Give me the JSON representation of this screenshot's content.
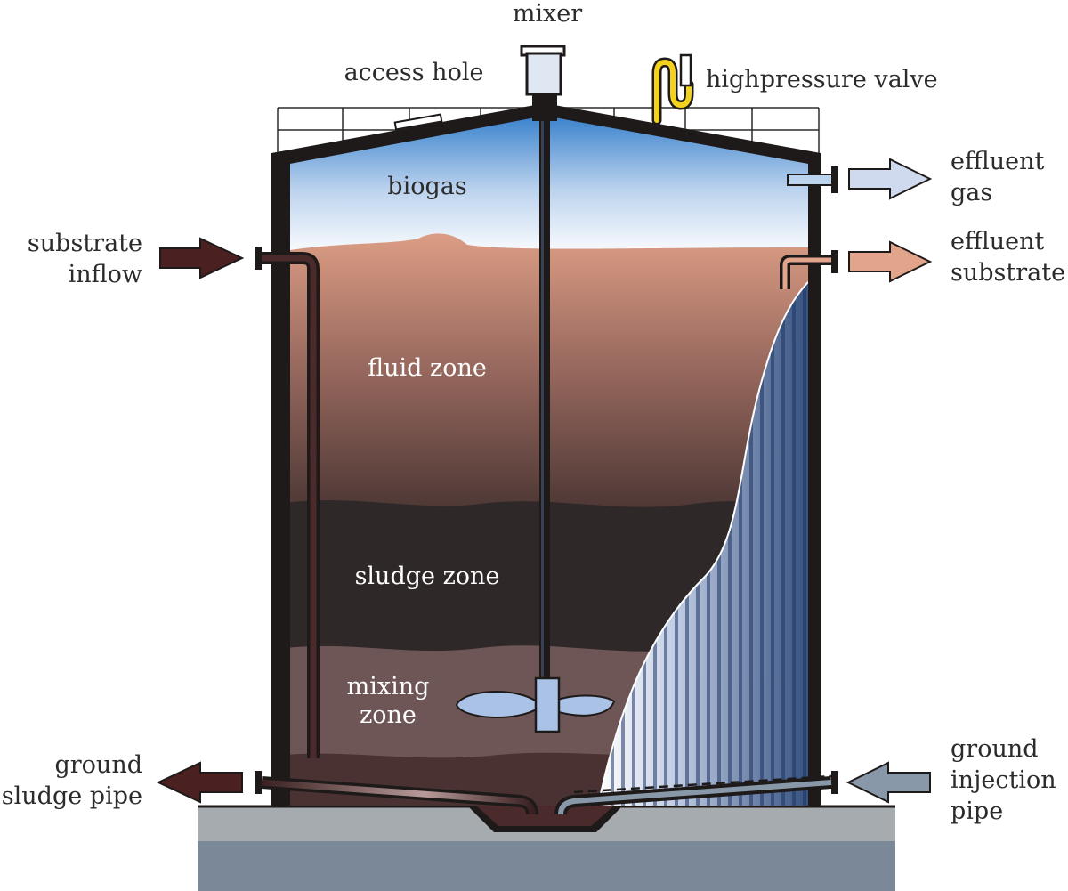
{
  "labels": {
    "mixer": "mixer",
    "access_hole": "access hole",
    "highpressure_valve": "highpressure valve",
    "biogas": "biogas",
    "effluent_gas": [
      "effluent",
      "gas"
    ],
    "substrate_inflow": [
      "substrate",
      "inflow"
    ],
    "effluent_substrate": [
      "effluent",
      "substrate"
    ],
    "fluid_zone": "fluid zone",
    "sludge_zone": "sludge zone",
    "mixing_zone": [
      "mixing",
      "zone"
    ],
    "ground_sludge_pipe": [
      "ground",
      "sludge pipe"
    ],
    "ground_injection_pipe": [
      "ground",
      "injection",
      "pipe"
    ]
  },
  "colors": {
    "wall": "#1f1a1a",
    "biogas_top": "#2a78c8",
    "biogas_bottom": "#ffffff",
    "fluid_top": "#d99a80",
    "fluid_bottom": "#4a3533",
    "sludge": "#2e2828",
    "mixing": "#6e5656",
    "bottom_zone": "#4a3232",
    "heater_dark": "#26406e",
    "heater_light": "#dfe6f3",
    "valve": "#f2d21c",
    "arrow_gas": "#cfdaee",
    "arrow_substrate": "#e3a48c",
    "arrow_sludge": "#4a2020",
    "arrow_injection": "#8898a8",
    "ground_top": "#a6abaf",
    "ground_bottom": "#7a8898"
  }
}
